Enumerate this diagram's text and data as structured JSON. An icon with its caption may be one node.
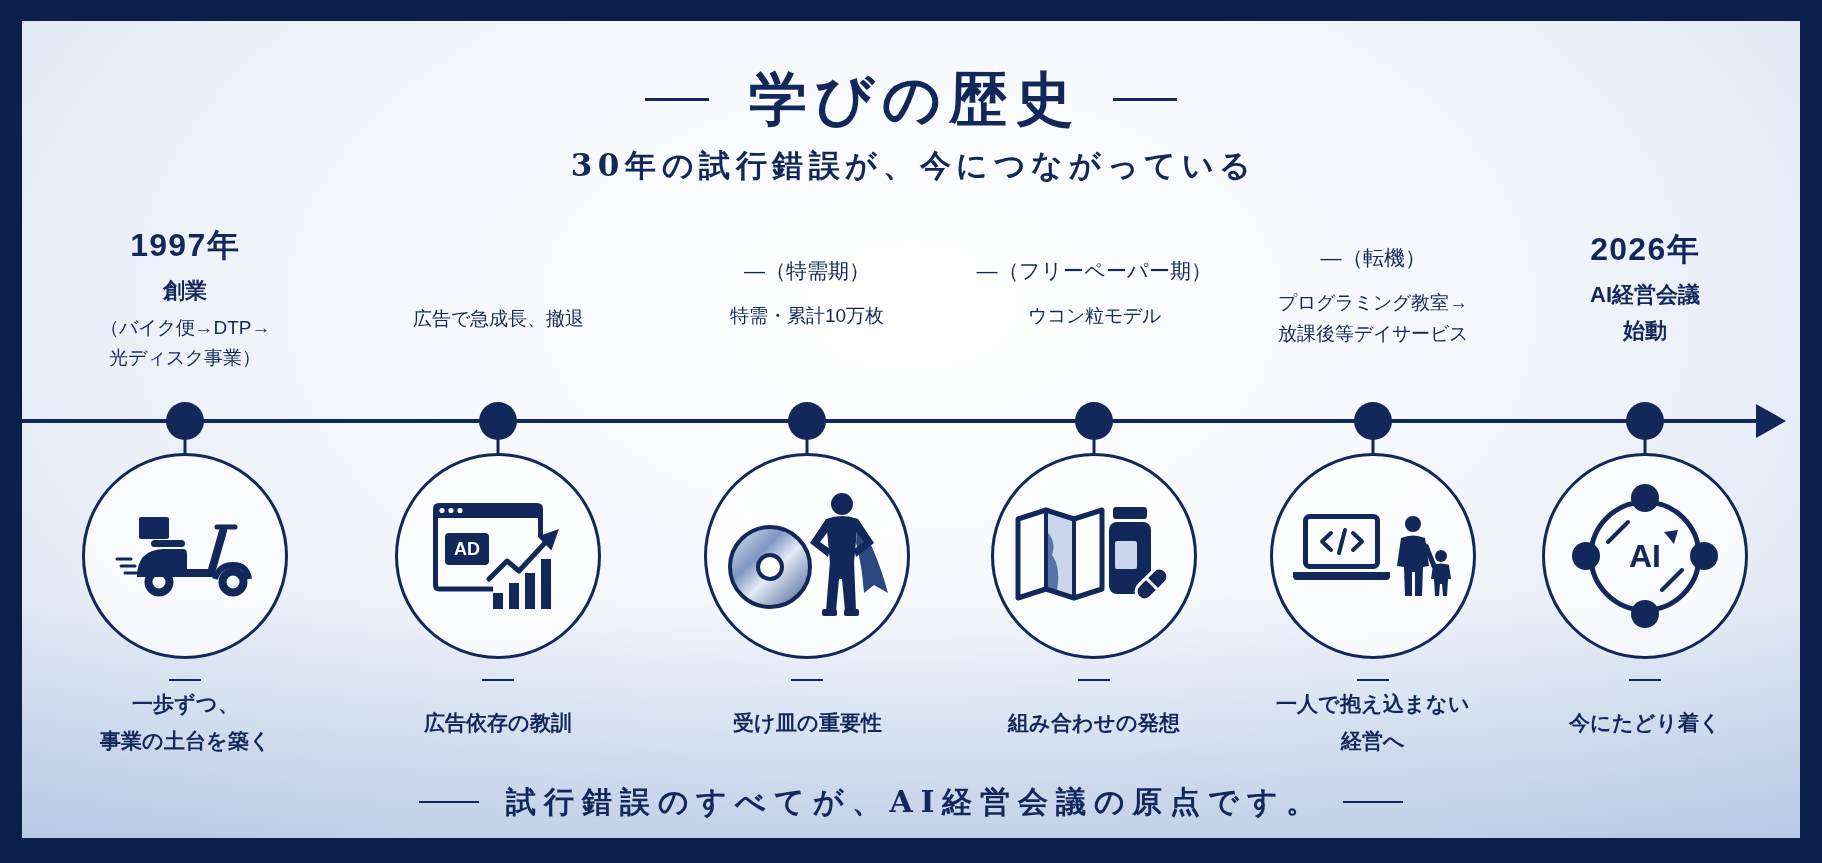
{
  "diagram": {
    "title": "学びの歴史",
    "caption": "試行錯誤のすべてが、AI経営会議の原点です。",
    "nodes": [
      {
        "text": [],
        "shape": "circle",
        "beside": [
          "1997年",
          "創業",
          "（バイク便→DTP→光ディスク事業）",
          "一歩ずつ、事業の土台を築く"
        ]
      },
      {
        "text": [],
        "shape": "circle",
        "beside": [
          "広告依存の教訓"
        ]
      },
      {
        "text": [],
        "shape": "circle",
        "beside": [
          "—（特需期）",
          "特需・累計10万枚",
          "受け皿の重要性"
        ]
      },
      {
        "text": [],
        "shape": "circle",
        "beside": [
          "—（フリーペーパー期）",
          "ウコン粒モデル",
          "組み合わせの発想"
        ]
      },
      {
        "text": [],
        "shape": "circle",
        "beside": [
          "—（転機）",
          "プログラミング教室→放課後等デイサービス",
          "一人で抱え込まない経営へ"
        ]
      },
      {
        "text": [],
        "shape": "circle",
        "beside": [
          "2026年",
          "AI経営会議始動",
          "今にたどり着く"
        ]
      }
    ],
    "labels": [
      "30年の試行錯誤が、今につながっている",
      "広告で急成長、撤退",
      "AD",
      "AI"
    ]
  }
}
